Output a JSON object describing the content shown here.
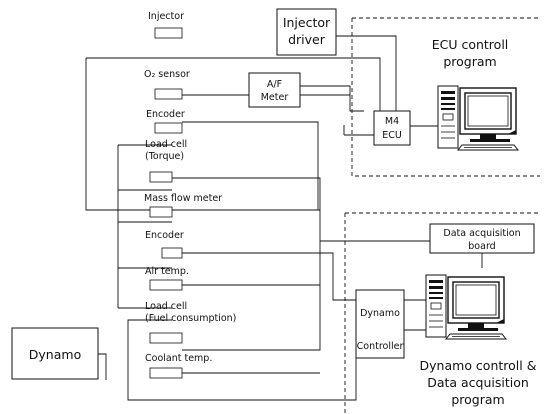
{
  "sensors": {
    "injector": "Injector",
    "o2_sensor": "O₂ sensor",
    "encoder_top": "Encoder",
    "load_cell_torque_1": "Load cell",
    "load_cell_torque_2": "(Torque)",
    "mass_flow_meter": "Mass flow meter",
    "encoder_mid": "Encoder",
    "air_temp": "Air temp.",
    "load_cell_fuel_1": "Load cell",
    "load_cell_fuel_2": "(Fuel consumption)",
    "coolant_temp": "Coolant temp."
  },
  "devices": {
    "injector_driver_1": "Injector",
    "injector_driver_2": "driver",
    "af_meter_1": "A/F",
    "af_meter_2": "Meter",
    "m4_ecu_1": "M4",
    "m4_ecu_2": "ECU",
    "dynamo": "Dynamo",
    "daq_board_1": "Data acquisition",
    "daq_board_2": "board",
    "dynamo_controller_1": "Dynamo",
    "dynamo_controller_2": "Controller"
  },
  "programs": {
    "ecu_program_1": "ECU controll",
    "ecu_program_2": "program",
    "dynamo_program_1": "Dynamo controll &",
    "dynamo_program_2": "Data acquisition",
    "dynamo_program_3": "program"
  }
}
